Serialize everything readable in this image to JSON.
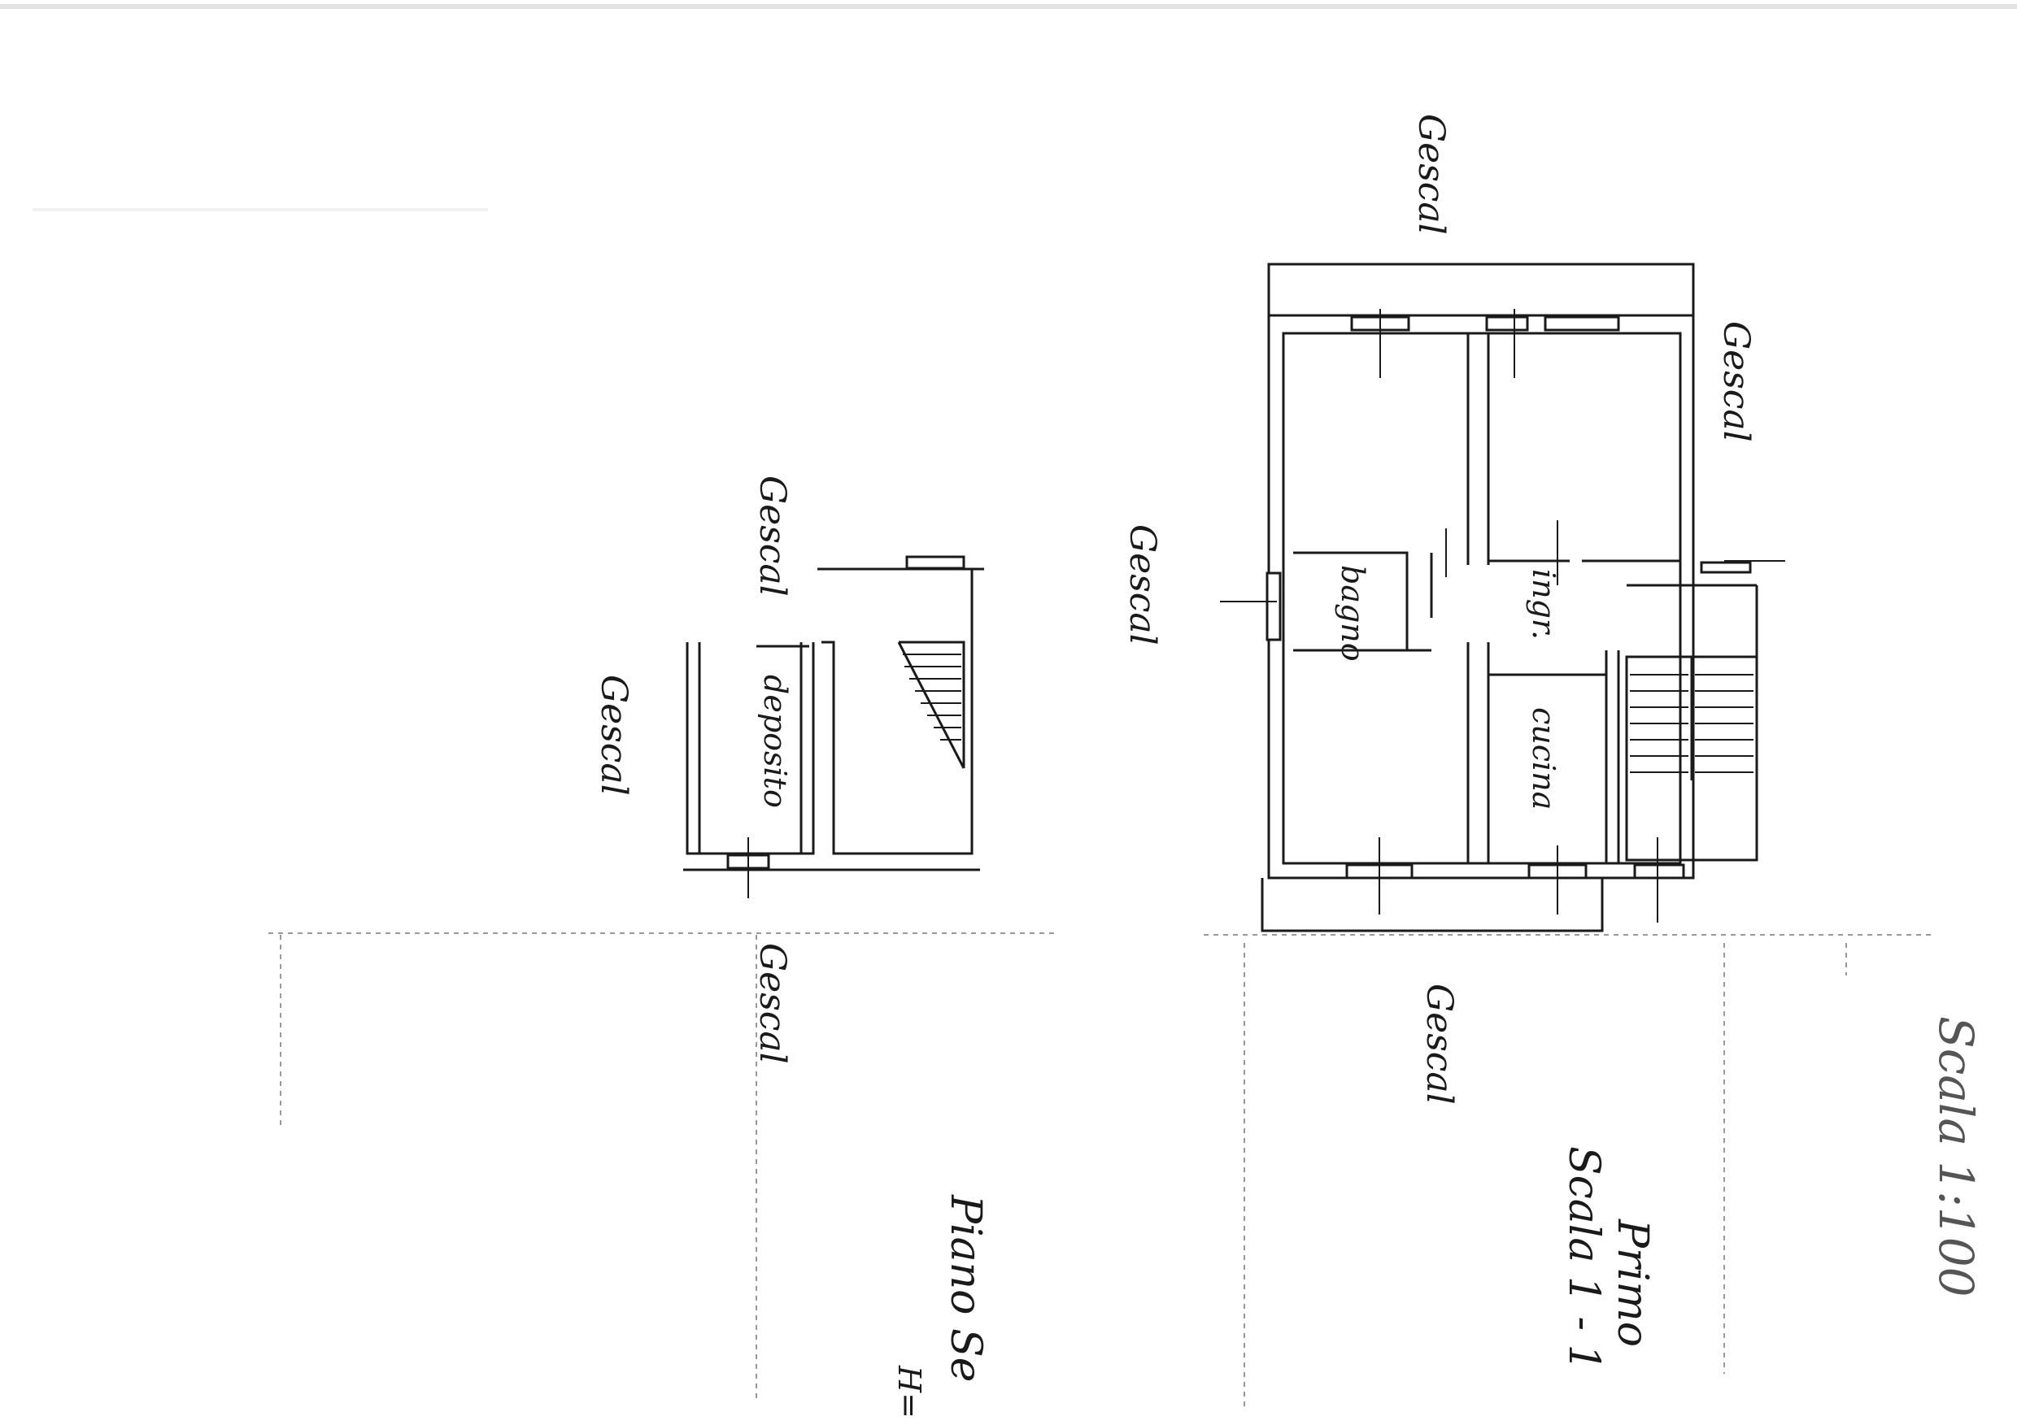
{
  "sheet": {
    "neighbour_label": "Gescal",
    "rooms": {
      "bagno": "bagno",
      "ingresso": "ingr.",
      "cucina": "cucina",
      "deposito": "deposito"
    },
    "first_floor_title": "Primo",
    "first_floor_scale": "Scala 1 - 1",
    "ground_floor_title": "Piano Se",
    "ground_floor_height": "H=",
    "drawing_scale": "Scala 1:100"
  }
}
